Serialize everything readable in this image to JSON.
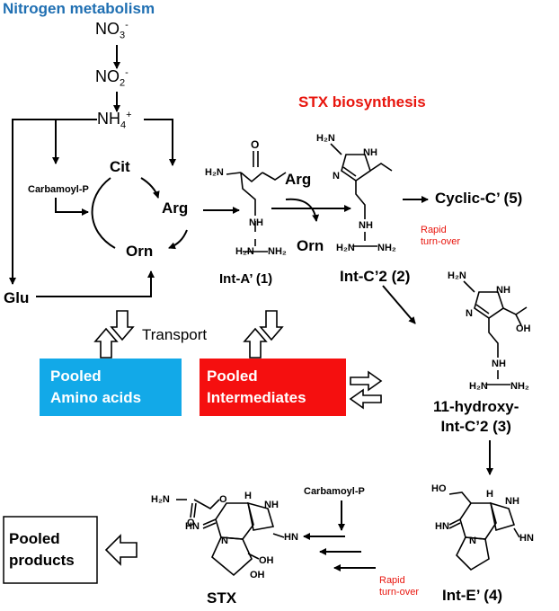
{
  "headings": {
    "nitrogen_metabolism": "Nitrogen metabolism",
    "stx_biosynthesis": "STX biosynthesis",
    "nitrogen_color": "#1f6fb2",
    "stx_color": "#e8150d"
  },
  "nitrogen": {
    "no3": "NO",
    "no3_sub": "3",
    "no3_sup": "-",
    "no2": "NO",
    "no2_sub": "2",
    "no2_sup": "-",
    "nh4": "NH",
    "nh4_sub": "4",
    "nh4_sup": "+",
    "carbamoyl_p": "Carbamoyl-P",
    "cit": "Cit",
    "arg": "Arg",
    "orn": "Orn",
    "glu": "Glu"
  },
  "pathway": {
    "int_a": "Int-A’ (1)",
    "arg_in": "Arg",
    "orn_out": "Orn",
    "int_c2": "Int-C’2 (2)",
    "cyclic_c": "Cyclic-C’ (5)",
    "rapid_turnover_1": [
      "Rapid",
      "turn-over"
    ],
    "hydroxy_1": "11-hydroxy-",
    "hydroxy_2": "Int-C’2 (3)",
    "carbamoyl_p": "Carbamoyl-P",
    "int_e": "Int-E’ (4)",
    "rapid_turnover_2": [
      "Rapid",
      "turn-over"
    ],
    "stx": "STX"
  },
  "pools": {
    "transport": "Transport",
    "amino_acids": [
      "Pooled",
      "Amino acids"
    ],
    "amino_color": "#12a9e8",
    "intermediates": [
      "Pooled",
      "Intermediates"
    ],
    "intermediates_color": "#f50f0f",
    "products": [
      "Pooled",
      "products"
    ]
  },
  "structures": {
    "int_a": {
      "h2n": "H₂N",
      "o": "O",
      "nh": "NH",
      "nh2": "NH₂",
      "h2n_b": "H₂N"
    },
    "int_c2": {
      "h2n": "H₂N",
      "nh": "NH",
      "n": "N",
      "nh2": "NH₂",
      "h2n_b": "H₂N"
    },
    "hydroxy": {
      "h2n": "H₂N",
      "nh": "NH",
      "n": "N",
      "oh": "OH",
      "nh2": "NH₂",
      "h2n_b": "H₂N"
    },
    "int_e": {
      "ho": "HO",
      "h": "H",
      "hn": "HN",
      "nh": "NH",
      "n": "N",
      "hn2": "HN"
    },
    "stx": {
      "h2n": "H₂N",
      "o": "O",
      "o2": "O",
      "h": "H",
      "hn": "HN",
      "nh": "NH",
      "n": "N",
      "oh": "OH",
      "oh2": "OH"
    }
  }
}
